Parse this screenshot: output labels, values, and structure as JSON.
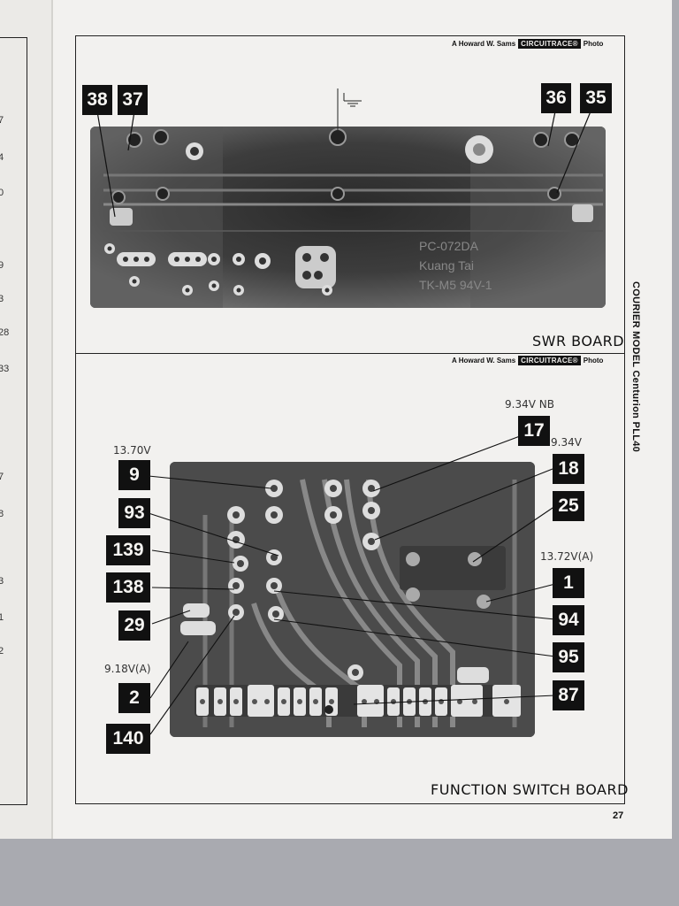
{
  "page": {
    "credit_prefix": "A Howard W. Sams",
    "credit_brand": "CIRCUITRACE®",
    "credit_suffix": "Photo",
    "side_title": "COURIER MODEL Centurion PLL40",
    "page_number": "27"
  },
  "left_page_numbers": [
    "7",
    "4",
    "0",
    "9",
    "3",
    "28",
    "33",
    "7",
    "8",
    "3",
    "1",
    "2"
  ],
  "swr_board": {
    "title": "SWR BOARD",
    "pcb_text": [
      "PC-072DA",
      "Kuang Tai",
      "TK-M5 94V-1"
    ],
    "tags": [
      "38",
      "37",
      "36",
      "35"
    ]
  },
  "function_board": {
    "title": "FUNCTION SWITCH BOARD",
    "tags": [
      "17",
      "18",
      "25",
      "1",
      "94",
      "95",
      "87",
      "9",
      "93",
      "139",
      "138",
      "29",
      "2",
      "140"
    ],
    "voltages": {
      "v17": "9.34V NB",
      "v18": "9.34V",
      "v1": "13.72V(A)",
      "v9": "13.70V",
      "v2": "9.18V(A)"
    }
  }
}
